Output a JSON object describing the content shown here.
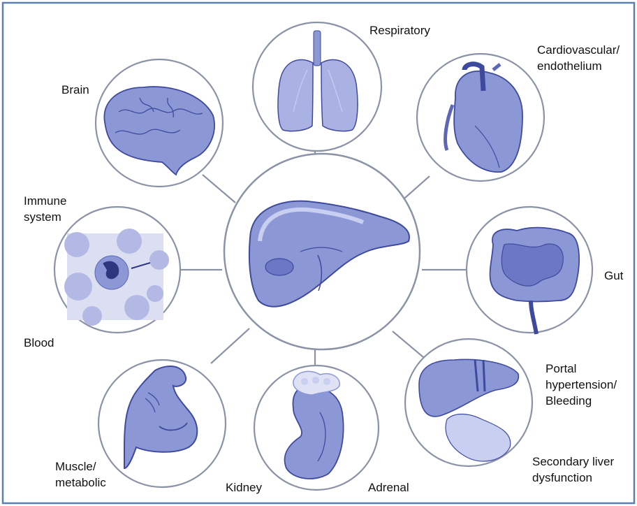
{
  "colors": {
    "frame": "#5b7fb0",
    "circle_stroke": "#8a93a6",
    "connector": "#8a93a6",
    "organ_fill": "#8c97d6",
    "organ_dark": "#3e4a9e",
    "organ_light": "#c9cff0",
    "text": "#111111"
  },
  "center": {
    "name": "Liver",
    "icon": "liver-illustration"
  },
  "organs": [
    {
      "id": "respiratory",
      "icon": "lungs-illustration",
      "label_lines": [
        "Respiratory"
      ]
    },
    {
      "id": "cardiovascular",
      "icon": "heart-illustration",
      "label_lines": [
        "Cardiovascular/",
        "endothelium"
      ]
    },
    {
      "id": "brain",
      "icon": "brain-illustration",
      "label_lines": [
        "Brain"
      ]
    },
    {
      "id": "immune",
      "icon": "blood-cell-illustration",
      "label_lines": [
        "Immune",
        "system"
      ]
    },
    {
      "id": "blood",
      "icon": "blood-cell-illustration",
      "label_lines": [
        "Blood"
      ]
    },
    {
      "id": "gut",
      "icon": "intestine-illustration",
      "label_lines": [
        "Gut"
      ]
    },
    {
      "id": "portal",
      "icon": "digestive-system-illustration",
      "label_lines": [
        "Portal",
        "hypertension/",
        "Bleeding"
      ]
    },
    {
      "id": "secondary-liver",
      "icon": "digestive-system-illustration",
      "label_lines": [
        "Secondary liver",
        "dysfunction"
      ]
    },
    {
      "id": "muscle",
      "icon": "flexed-arm-illustration",
      "label_lines": [
        "Muscle/",
        "metabolic"
      ]
    },
    {
      "id": "kidney",
      "icon": "kidney-illustration",
      "label_lines": [
        "Kidney"
      ]
    },
    {
      "id": "adrenal",
      "icon": "adrenal-gland-illustration",
      "label_lines": [
        "Adrenal"
      ]
    }
  ]
}
